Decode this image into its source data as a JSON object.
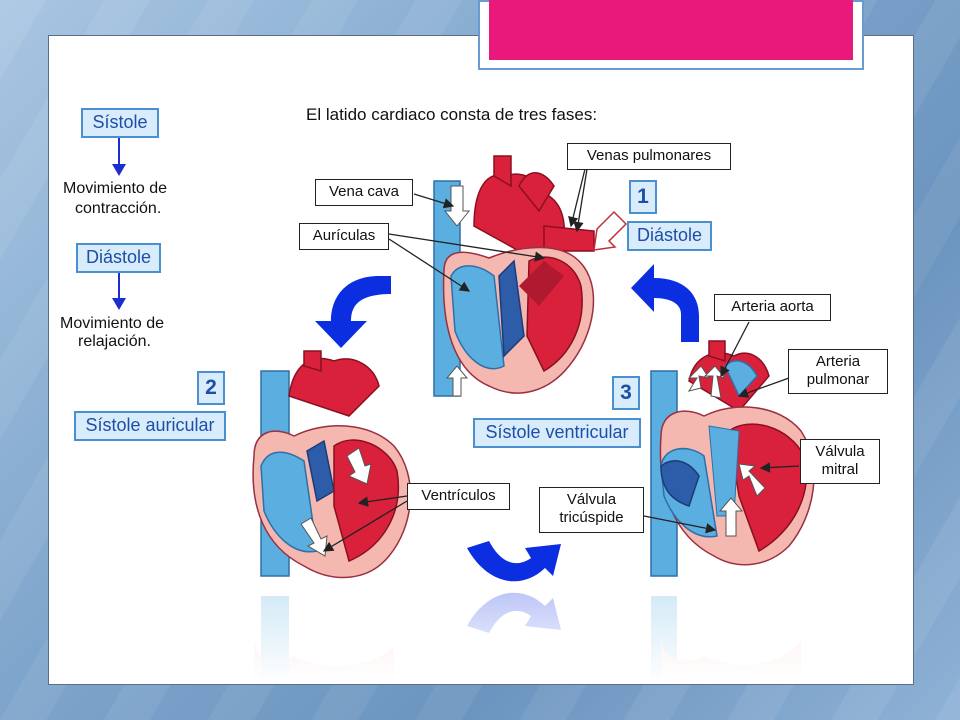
{
  "title": "El latido cardiaco consta de tres fases:",
  "legend": {
    "systole_label": "Sístole",
    "systole_desc_1": "Movimiento de",
    "systole_desc_2": "contracción.",
    "diastole_label": "Diástole",
    "diastole_desc_1": "Movimiento de",
    "diastole_desc_2": "relajación."
  },
  "phases": [
    {
      "number": "1",
      "label": "Diástole"
    },
    {
      "number": "2",
      "label": "Sístole auricular"
    },
    {
      "number": "3",
      "label": "Sístole ventricular"
    }
  ],
  "callouts": {
    "vena_cava": "Vena cava",
    "venas_pulmonares": "Venas pulmonares",
    "auriculas": "Aurículas",
    "arteria_aorta": "Arteria aorta",
    "arteria_pulmonar_1": "Arteria",
    "arteria_pulmonar_2": "pulmonar",
    "valvula_mitral_1": "Válvula",
    "valvula_mitral_2": "mitral",
    "ventriculos": "Ventrículos",
    "valvula_tricuspide_1": "Válvula",
    "valvula_tricuspide_2": "tricúspide"
  },
  "colors": {
    "accent_pink": "#e8197b",
    "cycle_arrow": "#0a2ee0",
    "oxygenated": "#d9213c",
    "deoxygenated": "#5aaee0"
  }
}
